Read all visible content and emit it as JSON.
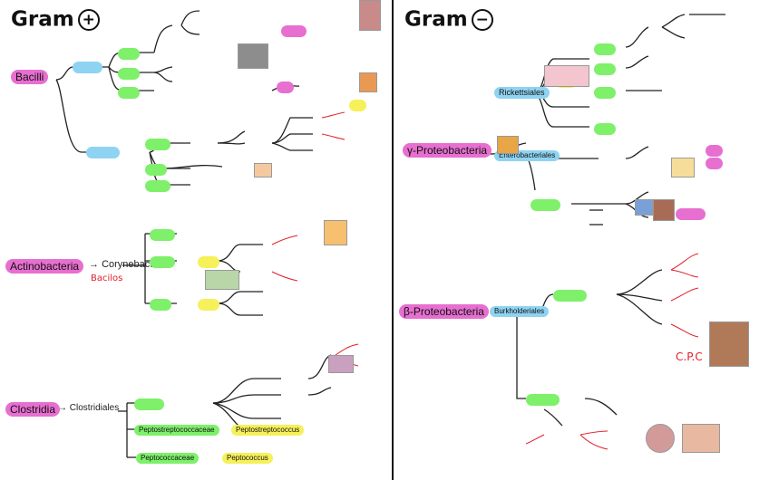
{
  "left": {
    "title": "Gram",
    "title_sign": "+",
    "roots": [
      {
        "label": "Bacilli"
      },
      {
        "label": "Actinobacteria"
      },
      {
        "label": "Clostridia"
      }
    ],
    "actino_branch": {
      "arrow": "→",
      "label": "Corynebacteria",
      "sub": "Bacilos"
    },
    "clostridia_branch": {
      "arrow": "→",
      "label": "Clostridiales"
    },
    "clostridia_children": [
      "Peptostreptococcaceae",
      "Peptococcaceae"
    ],
    "clostridia_notes": [
      "Peptostreptococcus",
      "Peptococcus"
    ]
  },
  "right": {
    "title": "Gram",
    "title_sign": "−",
    "roots": [
      {
        "label": "γ-Proteobacteria"
      },
      {
        "label": "β-Proteobacteria"
      }
    ],
    "subs": [
      "Rickettsiales",
      "Enterobacteriales",
      "Burkholderiales"
    ],
    "notes": [
      "C.P.C"
    ]
  },
  "colors": {
    "pink": "#e76fd0",
    "green": "#7ef06a",
    "blue": "#8fd3f2",
    "yellow": "#f6f05a",
    "divider": "#111111",
    "red_ink": "#e0202a"
  }
}
